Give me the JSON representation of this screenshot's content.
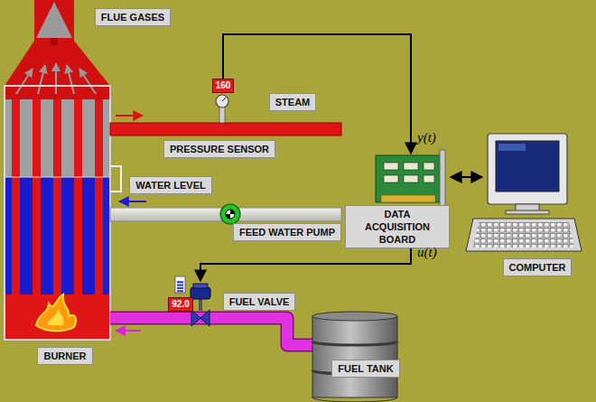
{
  "diagram": {
    "nodes": [
      {
        "text": [
          "FLUE GASES"
        ]
      },
      {
        "text": [
          "160"
        ]
      },
      {
        "text": [
          "STEAM"
        ]
      },
      {
        "text": [
          "PRESSURE SENSOR"
        ]
      },
      {
        "text": [
          "WATER LEVEL"
        ]
      },
      {
        "text": [
          "DATA ACQUISITION BOARD"
        ]
      },
      {
        "text": [
          "FEED WATER PUMP"
        ]
      },
      {
        "text": [
          "COMPUTER"
        ]
      },
      {
        "text": [
          "92.0"
        ]
      },
      {
        "text": [
          "FUEL VALVE"
        ]
      },
      {
        "text": [
          "BURNER"
        ]
      },
      {
        "text": [
          "FUEL TANK"
        ]
      }
    ],
    "labels": [
      "y(t)",
      "u(t)"
    ]
  }
}
